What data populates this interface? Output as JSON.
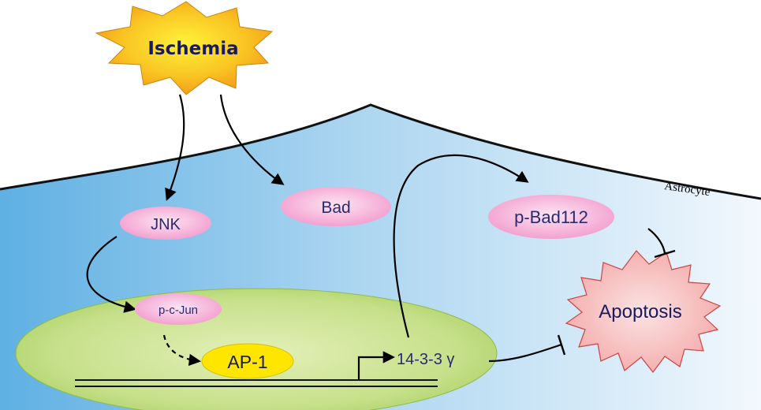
{
  "labels": {
    "ischemia": "Ischemia",
    "astrocyte": "Astrocyte",
    "jnk": "JNK",
    "bad": "Bad",
    "p_bad": "p-Bad112",
    "p_c_jun": "p-c-Jun",
    "ap1": "AP-1",
    "protein_1433": "14-3-3 γ",
    "apoptosis": "Apoptosis"
  },
  "colors": {
    "cell_blue": "#5fb0e3",
    "nucleus_green": "#b7d86e",
    "node_pink": "#f6b3d8",
    "ap1_yellow": "#ffe600",
    "apoptosis_pink": "#f7b9b9",
    "ischemia_orange": "#f7a21b",
    "text_navy": "#2a2a6e"
  },
  "edges": [
    {
      "from": "ischemia",
      "to": "jnk",
      "type": "activation"
    },
    {
      "from": "ischemia",
      "to": "bad",
      "type": "activation"
    },
    {
      "from": "jnk",
      "to": "p_c_jun",
      "type": "activation"
    },
    {
      "from": "p_c_jun",
      "to": "ap1",
      "type": "activation-dashed"
    },
    {
      "from": "ap1",
      "to": "protein_1433",
      "type": "transcription"
    },
    {
      "from": "protein_1433",
      "to": "p_bad",
      "type": "activation"
    },
    {
      "from": "p_bad",
      "to": "apoptosis",
      "type": "inhibition"
    },
    {
      "from": "protein_1433",
      "to": "apoptosis",
      "type": "inhibition"
    }
  ]
}
